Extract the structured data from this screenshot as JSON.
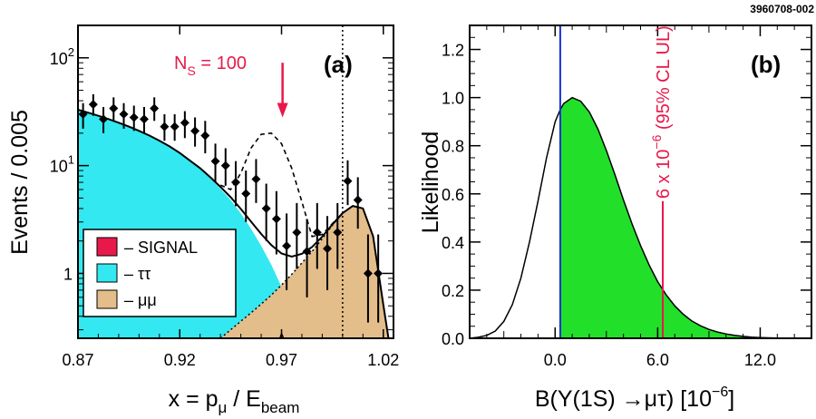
{
  "figure_id": "3960708-002",
  "colors": {
    "signal": "#e8194a",
    "tautau": "#33e8f0",
    "mumu": "#e3bd8a",
    "likelihood_fill": "#22e02a",
    "blue_line": "#1a2fd0",
    "red": "#e8194a"
  },
  "chart_data": [
    {
      "panel_label": "(a)",
      "type": "scatter",
      "xlabel_main": "x = p",
      "xlabel_sub1": "μ",
      "xlabel_mid": " / E",
      "xlabel_sub2": "beam",
      "ylabel": "Events / 0.005",
      "yscale": "log",
      "xlim": [
        0.87,
        1.025
      ],
      "ylim": [
        0.25,
        200
      ],
      "xticks": [
        {
          "value": 0.87,
          "label": "0.87"
        },
        {
          "value": 0.92,
          "label": "0.92"
        },
        {
          "value": 0.97,
          "label": "0.97"
        },
        {
          "value": 1.02,
          "label": "1.02"
        }
      ],
      "yticks": [
        {
          "value": 1,
          "label": "1",
          "sup": ""
        },
        {
          "value": 10,
          "label": "10",
          "sup": "1"
        },
        {
          "value": 100,
          "label": "10",
          "sup": "2"
        }
      ],
      "annotation": {
        "text_main": "N",
        "text_sub": "S",
        "text_rest": " = 100",
        "x": 0.9705,
        "y_from": 90,
        "y_to": 28
      },
      "legend": {
        "position": "lower-left",
        "entries": [
          {
            "label": "– SIGNAL",
            "color_key": "signal"
          },
          {
            "label": "– ττ",
            "color_key": "tautau"
          },
          {
            "label": "– μμ",
            "color_key": "mumu"
          }
        ]
      },
      "vertical_dotted_line_x": 1.0,
      "data_points": [
        {
          "x": 0.8725,
          "y": 30,
          "lo": 22,
          "hi": 38
        },
        {
          "x": 0.8775,
          "y": 37,
          "lo": 29,
          "hi": 46
        },
        {
          "x": 0.8825,
          "y": 27,
          "lo": 20,
          "hi": 35
        },
        {
          "x": 0.8875,
          "y": 34,
          "lo": 26,
          "hi": 43
        },
        {
          "x": 0.8925,
          "y": 30,
          "lo": 22,
          "hi": 38
        },
        {
          "x": 0.8975,
          "y": 28,
          "lo": 21,
          "hi": 36
        },
        {
          "x": 0.9025,
          "y": 27,
          "lo": 20,
          "hi": 35
        },
        {
          "x": 0.9075,
          "y": 34,
          "lo": 26,
          "hi": 43
        },
        {
          "x": 0.9125,
          "y": 23,
          "lo": 17,
          "hi": 30
        },
        {
          "x": 0.9175,
          "y": 23,
          "lo": 17,
          "hi": 30
        },
        {
          "x": 0.9225,
          "y": 25,
          "lo": 18,
          "hi": 32
        },
        {
          "x": 0.9275,
          "y": 21,
          "lo": 15,
          "hi": 28
        },
        {
          "x": 0.9325,
          "y": 19,
          "lo": 13,
          "hi": 26
        },
        {
          "x": 0.9375,
          "y": 11,
          "lo": 7,
          "hi": 16
        },
        {
          "x": 0.9425,
          "y": 10,
          "lo": 6.5,
          "hi": 14.5
        },
        {
          "x": 0.9475,
          "y": 7,
          "lo": 4.2,
          "hi": 11
        },
        {
          "x": 0.9525,
          "y": 5.5,
          "lo": 3,
          "hi": 9
        },
        {
          "x": 0.9575,
          "y": 7.5,
          "lo": 4.5,
          "hi": 11.5
        },
        {
          "x": 0.9625,
          "y": 4,
          "lo": 2,
          "hi": 6.8
        },
        {
          "x": 0.9675,
          "y": 3.2,
          "lo": 1.5,
          "hi": 5.8
        },
        {
          "x": 0.9725,
          "y": 1.8,
          "lo": 0.7,
          "hi": 3.6
        },
        {
          "x": 0.9775,
          "y": 2.4,
          "lo": 1.1,
          "hi": 4.5
        },
        {
          "x": 0.9825,
          "y": 1.6,
          "lo": 0.6,
          "hi": 3.2
        },
        {
          "x": 0.9875,
          "y": 2.4,
          "lo": 1.1,
          "hi": 4.5
        },
        {
          "x": 0.9925,
          "y": 1.7,
          "lo": 0.7,
          "hi": 3.4
        },
        {
          "x": 0.9975,
          "y": 2.4,
          "lo": 1.1,
          "hi": 4.5
        },
        {
          "x": 1.0025,
          "y": 7.2,
          "lo": 4.3,
          "hi": 11.2
        },
        {
          "x": 1.0075,
          "y": 4.8,
          "lo": 2.6,
          "hi": 7.8
        },
        {
          "x": 1.0125,
          "y": 1.0,
          "lo": 0.35,
          "hi": 2.3
        },
        {
          "x": 1.0175,
          "y": 1.0,
          "lo": 0.35,
          "hi": 2.3
        }
      ],
      "curves": {
        "x": [
          0.87,
          0.875,
          0.88,
          0.885,
          0.89,
          0.895,
          0.9,
          0.905,
          0.91,
          0.915,
          0.92,
          0.925,
          0.93,
          0.935,
          0.94,
          0.945,
          0.95,
          0.955,
          0.96,
          0.965,
          0.97,
          0.975,
          0.98,
          0.985,
          0.99,
          0.995,
          1.0,
          1.005,
          1.01,
          1.015,
          1.02,
          1.025
        ],
        "tautau": [
          33,
          31,
          29,
          27,
          25,
          23,
          21,
          19,
          17,
          15,
          13,
          11,
          9.3,
          7.6,
          6.1,
          4.8,
          3.6,
          2.6,
          1.8,
          1.2,
          0.75,
          0.45,
          0.27,
          0.16,
          0.09,
          0.05,
          0.03,
          0.02,
          0.01,
          0.01,
          0.01,
          0.01
        ],
        "mumu": [
          0.001,
          0.002,
          0.003,
          0.005,
          0.008,
          0.012,
          0.02,
          0.03,
          0.05,
          0.07,
          0.1,
          0.13,
          0.17,
          0.21,
          0.25,
          0.3,
          0.36,
          0.43,
          0.52,
          0.63,
          0.78,
          0.98,
          1.25,
          1.6,
          2.1,
          2.8,
          3.6,
          4.2,
          4.0,
          2.2,
          0.5,
          0.05
        ],
        "signal": [
          0,
          0,
          0,
          0,
          0,
          0,
          0,
          0,
          0,
          0,
          0,
          0,
          0,
          0,
          0,
          0,
          0,
          0,
          0.02,
          0.15,
          0.28,
          0.17,
          0.03,
          0,
          0,
          0,
          0,
          0,
          0,
          0,
          0,
          0
        ],
        "signal_plus_bkg_Ns100": [
          33,
          31,
          29,
          27,
          25,
          23,
          21,
          19,
          17,
          15,
          13.1,
          11.1,
          9.5,
          7.9,
          6.6,
          6.0,
          8.5,
          14.5,
          19.5,
          20,
          16,
          9.5,
          4.6,
          2.2,
          2.3,
          2.9,
          3.63,
          4.22,
          4.01,
          2.21,
          0.51,
          0.06
        ]
      }
    },
    {
      "panel_label": "(b)",
      "type": "area",
      "xlabel": "B(Υ(1S) →μτ) [10",
      "xlabel_sup": "−6",
      "xlabel_end": "]",
      "ylabel": "Likelihood",
      "xlim": [
        -5,
        15
      ],
      "ylim": [
        0,
        1.3
      ],
      "xticks": [
        {
          "value": 0,
          "label": "0.0"
        },
        {
          "value": 6,
          "label": "6.0"
        },
        {
          "value": 12,
          "label": "12.0"
        }
      ],
      "yticks": [
        {
          "value": 0,
          "label": "0.0"
        },
        {
          "value": 0.2,
          "label": "0.2"
        },
        {
          "value": 0.4,
          "label": "0.4"
        },
        {
          "value": 0.6,
          "label": "0.6"
        },
        {
          "value": 0.8,
          "label": "0.8"
        },
        {
          "value": 1.0,
          "label": "1.0"
        },
        {
          "value": 1.2,
          "label": "1.2"
        }
      ],
      "physical_boundary_x": 0.3,
      "upper_limit": {
        "x": 6.3,
        "label_main": "6 x 10",
        "label_sup": "−6",
        "label_rest": " (95% CL UL)"
      },
      "curve_x": [
        -5,
        -4.5,
        -4,
        -3.5,
        -3,
        -2.5,
        -2,
        -1.5,
        -1,
        -0.5,
        0,
        0.3,
        0.5,
        1,
        1.5,
        2,
        2.5,
        3,
        3.5,
        4,
        4.5,
        5,
        5.5,
        6,
        6.5,
        7,
        7.5,
        8,
        8.5,
        9,
        9.5,
        10,
        10.5,
        11,
        11.5,
        12,
        12.5,
        13,
        13.5,
        14,
        14.5,
        15
      ],
      "curve_y": [
        0.0,
        0.004,
        0.012,
        0.03,
        0.07,
        0.14,
        0.25,
        0.4,
        0.57,
        0.75,
        0.9,
        0.95,
        0.975,
        1.0,
        0.985,
        0.94,
        0.87,
        0.78,
        0.68,
        0.575,
        0.475,
        0.385,
        0.305,
        0.235,
        0.18,
        0.135,
        0.1,
        0.072,
        0.052,
        0.037,
        0.026,
        0.018,
        0.012,
        0.008,
        0.005,
        0.003,
        0.002,
        0.001,
        0.0005,
        0.0003,
        0.0001,
        0.0
      ]
    }
  ]
}
